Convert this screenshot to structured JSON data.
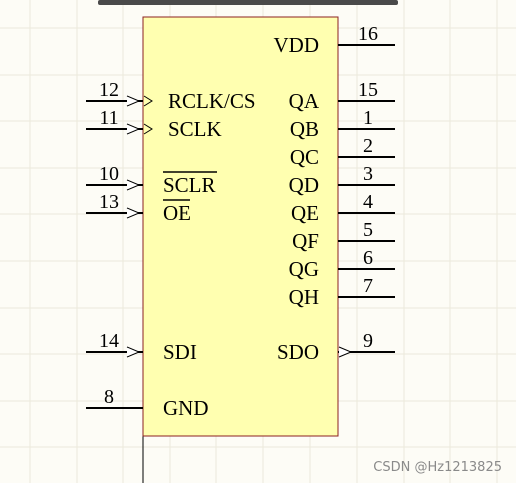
{
  "component": {
    "left_pins": [
      {
        "number": "12",
        "name": "RCLK/CS",
        "clock": true,
        "inverted": false
      },
      {
        "number": "11",
        "name": "SCLK",
        "clock": true,
        "inverted": false
      },
      {
        "number": "10",
        "name": "SCLR",
        "clock": false,
        "inverted": true
      },
      {
        "number": "13",
        "name": "OE",
        "clock": false,
        "inverted": true
      },
      {
        "number": "14",
        "name": "SDI",
        "clock": false,
        "inverted": false
      },
      {
        "number": "8",
        "name": "GND",
        "clock": false,
        "inverted": false
      }
    ],
    "right_pins": [
      {
        "number": "16",
        "name": "VDD",
        "clock": false
      },
      {
        "number": "15",
        "name": "QA",
        "clock": false
      },
      {
        "number": "1",
        "name": "QB",
        "clock": false
      },
      {
        "number": "2",
        "name": "QC",
        "clock": false
      },
      {
        "number": "3",
        "name": "QD",
        "clock": false
      },
      {
        "number": "4",
        "name": "QE",
        "clock": false
      },
      {
        "number": "5",
        "name": "QF",
        "clock": false
      },
      {
        "number": "6",
        "name": "QG",
        "clock": false
      },
      {
        "number": "7",
        "name": "QH",
        "clock": false
      },
      {
        "number": "9",
        "name": "SDO",
        "clock": true
      }
    ]
  },
  "colors": {
    "body_fill": "#ffffb0",
    "body_stroke": "#8b2020",
    "grid": "#ece9dc",
    "background": "#fdfcf6",
    "pin": "#000000"
  },
  "watermark": "CSDN @Hz1213825"
}
